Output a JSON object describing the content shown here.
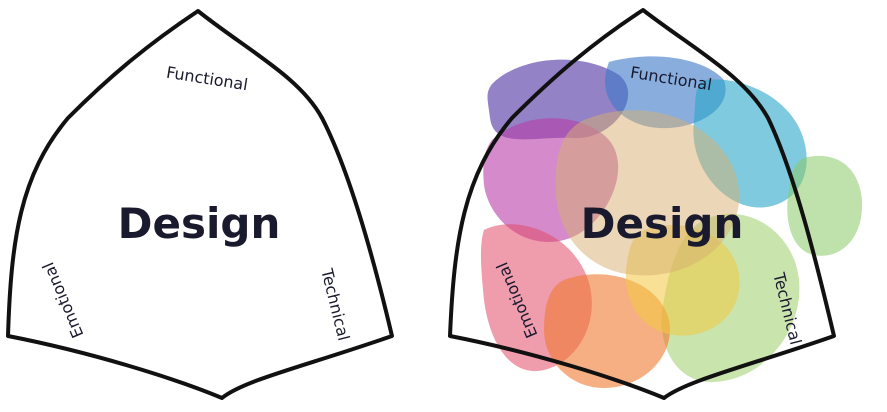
{
  "diagram": {
    "center_label": "Design",
    "top_label": "Functional",
    "left_label": "Emotional",
    "right_label": "Technical",
    "outline_color": "#111111",
    "text_color": "#1a1a2e"
  },
  "blob_colors": [
    "#5a3fa8",
    "#3a78c8",
    "#2aa6c8",
    "#8ac868",
    "#b83ca8",
    "#e24a6a",
    "#f07a30",
    "#f2c840",
    "#d8b070"
  ]
}
